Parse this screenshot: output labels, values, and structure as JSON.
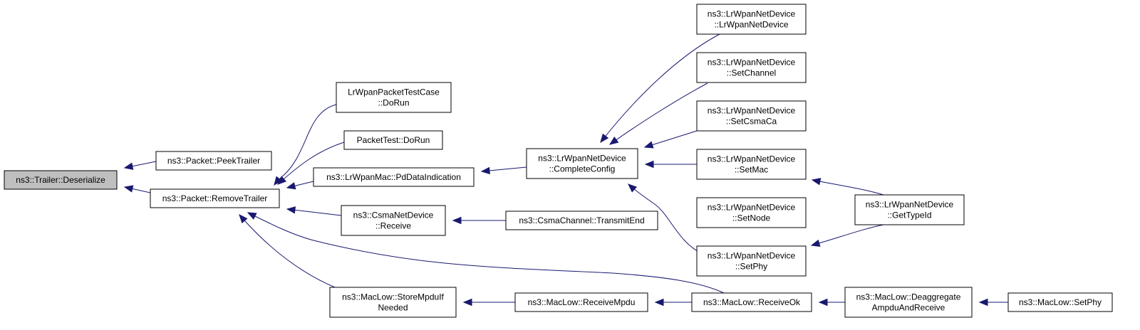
{
  "diagram": {
    "nodes": [
      {
        "id": "trailer_deserialize",
        "lines": [
          "ns3::Trailer::Deserialize"
        ],
        "root": true
      },
      {
        "id": "packet_peektrailer",
        "lines": [
          "ns3::Packet::PeekTrailer"
        ]
      },
      {
        "id": "packet_removetrailer",
        "lines": [
          "ns3::Packet::RemoveTrailer"
        ]
      },
      {
        "id": "lrwpanpackettestcase_dorun",
        "lines": [
          "LrWpanPacketTestCase",
          "::DoRun"
        ]
      },
      {
        "id": "packettest_dorun",
        "lines": [
          "PacketTest::DoRun"
        ]
      },
      {
        "id": "lrwpanmac_pddataindication",
        "lines": [
          "ns3::LrWpanMac::PdDataIndication"
        ]
      },
      {
        "id": "csmanetdevice_receive",
        "lines": [
          "ns3::CsmaNetDevice",
          "::Receive"
        ]
      },
      {
        "id": "maclow_storempduifneeded",
        "lines": [
          "ns3::MacLow::StoreMpduIf",
          "Needed"
        ]
      },
      {
        "id": "lrwpannetdevice_completeconfig",
        "lines": [
          "ns3::LrWpanNetDevice",
          "::CompleteConfig"
        ]
      },
      {
        "id": "csmachannel_transmitend",
        "lines": [
          "ns3::CsmaChannel::TransmitEnd"
        ]
      },
      {
        "id": "maclow_receivempdu",
        "lines": [
          "ns3::MacLow::ReceiveMpdu"
        ]
      },
      {
        "id": "lrwpannetdevice_lrwpannetdevice",
        "lines": [
          "ns3::LrWpanNetDevice",
          "::LrWpanNetDevice"
        ]
      },
      {
        "id": "lrwpannetdevice_setchannel",
        "lines": [
          "ns3::LrWpanNetDevice",
          "::SetChannel"
        ]
      },
      {
        "id": "lrwpannetdevice_setcsmaca",
        "lines": [
          "ns3::LrWpanNetDevice",
          "::SetCsmaCa"
        ]
      },
      {
        "id": "lrwpannetdevice_setmac",
        "lines": [
          "ns3::LrWpanNetDevice",
          "::SetMac"
        ]
      },
      {
        "id": "lrwpannetdevice_setnode",
        "lines": [
          "ns3::LrWpanNetDevice",
          "::SetNode"
        ]
      },
      {
        "id": "lrwpannetdevice_setphy",
        "lines": [
          "ns3::LrWpanNetDevice",
          "::SetPhy"
        ]
      },
      {
        "id": "maclow_receiveok",
        "lines": [
          "ns3::MacLow::ReceiveOk"
        ]
      },
      {
        "id": "lrwpannetdevice_gettypeid",
        "lines": [
          "ns3::LrWpanNetDevice",
          "::GetTypeId"
        ]
      },
      {
        "id": "maclow_deaggregateampduandreceive",
        "lines": [
          "ns3::MacLow::Deaggregate",
          "AmpduAndReceive"
        ]
      },
      {
        "id": "maclow_setphy",
        "lines": [
          "ns3::MacLow::SetPhy"
        ]
      }
    ],
    "edges": [
      {
        "from": "packet_peektrailer",
        "to": "trailer_deserialize"
      },
      {
        "from": "packet_removetrailer",
        "to": "trailer_deserialize"
      },
      {
        "from": "lrwpanpackettestcase_dorun",
        "to": "packet_removetrailer"
      },
      {
        "from": "packettest_dorun",
        "to": "packet_removetrailer"
      },
      {
        "from": "lrwpanmac_pddataindication",
        "to": "packet_removetrailer"
      },
      {
        "from": "csmanetdevice_receive",
        "to": "packet_removetrailer"
      },
      {
        "from": "maclow_storempduifneeded",
        "to": "packet_removetrailer"
      },
      {
        "from": "maclow_receiveok",
        "to": "packet_removetrailer"
      },
      {
        "from": "lrwpannetdevice_completeconfig",
        "to": "lrwpanmac_pddataindication"
      },
      {
        "from": "csmachannel_transmitend",
        "to": "csmanetdevice_receive"
      },
      {
        "from": "maclow_receivempdu",
        "to": "maclow_storempduifneeded"
      },
      {
        "from": "lrwpannetdevice_lrwpannetdevice",
        "to": "lrwpannetdevice_completeconfig"
      },
      {
        "from": "lrwpannetdevice_setchannel",
        "to": "lrwpannetdevice_completeconfig"
      },
      {
        "from": "lrwpannetdevice_setcsmaca",
        "to": "lrwpannetdevice_completeconfig"
      },
      {
        "from": "lrwpannetdevice_setmac",
        "to": "lrwpannetdevice_completeconfig"
      },
      {
        "from": "lrwpannetdevice_setphy",
        "to": "lrwpannetdevice_completeconfig"
      },
      {
        "from": "maclow_receiveok",
        "to": "maclow_receivempdu"
      },
      {
        "from": "lrwpannetdevice_gettypeid",
        "to": "lrwpannetdevice_setmac"
      },
      {
        "from": "lrwpannetdevice_gettypeid",
        "to": "lrwpannetdevice_setphy"
      },
      {
        "from": "maclow_deaggregateampduandreceive",
        "to": "maclow_receiveok"
      },
      {
        "from": "maclow_setphy",
        "to": "maclow_deaggregateampduandreceive"
      }
    ],
    "colors": {
      "edge": "#191970",
      "root_fill": "#bfbfbf",
      "node_fill": "#ffffff",
      "border": "#000000"
    }
  }
}
